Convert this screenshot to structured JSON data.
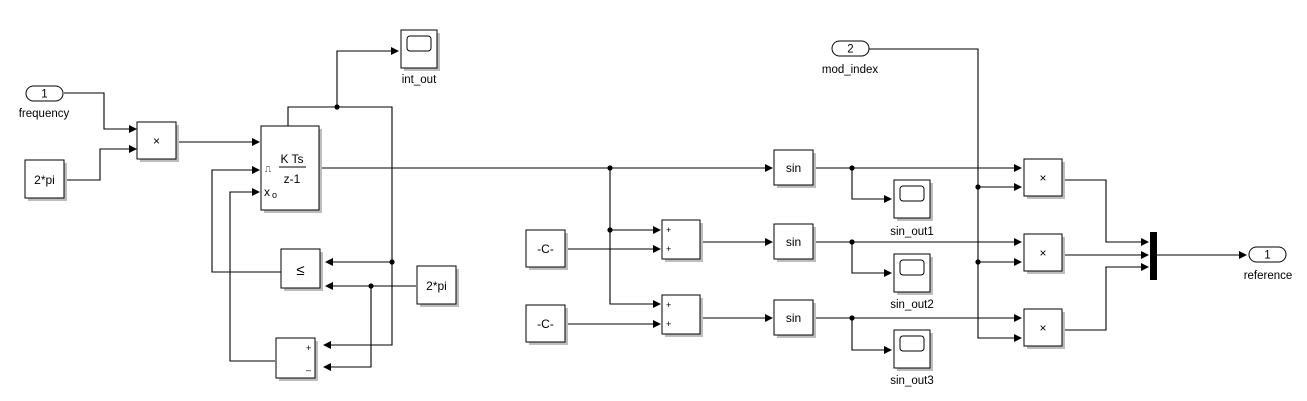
{
  "inports": [
    {
      "number": "1",
      "name": "frequency"
    },
    {
      "number": "2",
      "name": "mod_index"
    }
  ],
  "outport": {
    "number": "1",
    "name": "reference"
  },
  "constants": {
    "gain_2pi_1": "2*pi",
    "gain_2pi_2": "2*pi",
    "const_c1": "-C-",
    "const_c2": "-C-"
  },
  "operators": {
    "product_symbol": "×",
    "integrator_num": "K Ts",
    "integrator_den": "z-1",
    "integrator_x0": "x",
    "integrator_x0_sub": "o",
    "compare": "≤",
    "sum_plus": "+",
    "sum_minus": "–",
    "sin": "sin"
  },
  "scopes": [
    "int_out",
    "sin_out1",
    "sin_out2",
    "sin_out3"
  ]
}
